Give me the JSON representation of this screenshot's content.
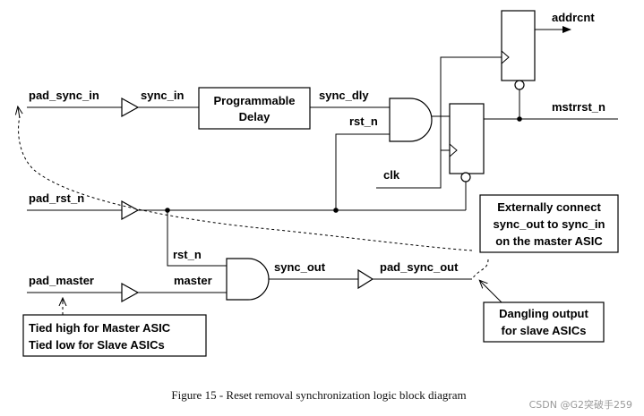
{
  "signals": {
    "pad_sync_in": "pad_sync_in",
    "sync_in": "sync_in",
    "sync_dly": "sync_dly",
    "rst_n_top": "rst_n",
    "clk": "clk",
    "addrcnt": "addrcnt",
    "mstrrst_n": "mstrrst_n",
    "pad_rst_n": "pad_rst_n",
    "rst_n_bottom": "rst_n",
    "pad_master": "pad_master",
    "master": "master",
    "sync_out": "sync_out",
    "pad_sync_out": "pad_sync_out"
  },
  "blocks": {
    "delay_line1": "Programmable",
    "delay_line2": "Delay"
  },
  "notes": {
    "external_line1": "Externally connect",
    "external_line2": "sync_out to sync_in",
    "external_line3": "on the master ASIC",
    "dangling_line1": "Dangling output",
    "dangling_line2": "for slave ASICs",
    "tied_line1": "Tied high for Master ASIC",
    "tied_line2": "Tied low for Slave ASICs"
  },
  "caption": "Figure 15 - Reset removal synchronization logic block diagram",
  "watermark": "CSDN @G2突破手259"
}
